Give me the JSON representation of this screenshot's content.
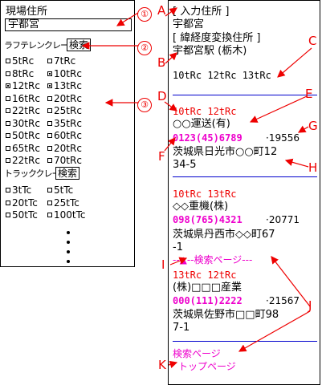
{
  "left": {
    "title": "現場住所",
    "search_value": "宇都宮",
    "crane_label": "ラフテレンクレーン",
    "search_button": "検索",
    "crane_items": [
      {
        "label": "5tRc",
        "checked": false
      },
      {
        "label": "7tRc",
        "checked": false
      },
      {
        "label": "8tRc",
        "checked": false
      },
      {
        "label": "10tRc",
        "checked": true
      },
      {
        "label": "12tRc",
        "checked": true
      },
      {
        "label": "13tRc",
        "checked": true
      },
      {
        "label": "16tRc",
        "checked": false
      },
      {
        "label": "20tRc",
        "checked": false
      },
      {
        "label": "22tRc",
        "checked": false
      },
      {
        "label": "25tRc",
        "checked": false
      },
      {
        "label": "30tRc",
        "checked": false
      },
      {
        "label": "35tRc",
        "checked": false
      },
      {
        "label": "50tRc",
        "checked": false
      },
      {
        "label": "60tRc",
        "checked": false
      },
      {
        "label": "65tRc",
        "checked": false
      },
      {
        "label": "20tRc",
        "checked": false
      },
      {
        "label": "22tRc",
        "checked": false
      },
      {
        "label": "70tRc",
        "checked": false
      }
    ],
    "truck_label": "トラッククレーン",
    "truck_button": "検索",
    "truck_items": [
      {
        "label": "3tTc",
        "checked": false
      },
      {
        "label": "5tTc",
        "checked": false
      },
      {
        "label": "20tTc",
        "checked": false
      },
      {
        "label": "25tTc",
        "checked": false
      },
      {
        "label": "50tTc",
        "checked": false
      },
      {
        "label": "100tTc",
        "checked": false
      }
    ]
  },
  "right": {
    "input_header": "[ 入力住所 ]",
    "input_value": "宇都宮",
    "conv_header": "[ 緯経度変換住所 ]",
    "conv_value": "宇都宮駅 (栃木)",
    "selected_cranes": "10tRc  12tRc  13tRc",
    "results": [
      {
        "cranes": "10tRc 12tRc",
        "company": "○○運送(有)",
        "phone": "0123(45)6789",
        "code": "·19556",
        "address1": "茨城県日光市○○町12",
        "address2": "34-5"
      },
      {
        "cranes": "10tRc 13tRc",
        "company": "◇◇重機(株)",
        "phone": "098(765)4321",
        "code": "·20771",
        "address1": "茨城県丹西市◇◇町67",
        "address2": "-1"
      },
      {
        "cranes": "13tRc 12tRc",
        "company": "(株)□□□産業",
        "phone": "000(111)2222",
        "code": "·21567",
        "address1": "茨城県佐野市□□町98",
        "address2": "7-1"
      }
    ],
    "nav_text": "--▲--検索ページ---",
    "search_page": "検索ページ",
    "top_page": "トップページ"
  },
  "callouts": {
    "c1": "①",
    "c2": "②",
    "c3": "③",
    "A": "A",
    "B": "B",
    "C": "C",
    "D": "D",
    "E": "E",
    "F": "F",
    "G": "G",
    "H": "H",
    "I": "I",
    "J": "J",
    "K": "K"
  },
  "colors": {
    "red": "#ee0000",
    "magenta": "#ee00cc",
    "blue": "#0000cc"
  }
}
